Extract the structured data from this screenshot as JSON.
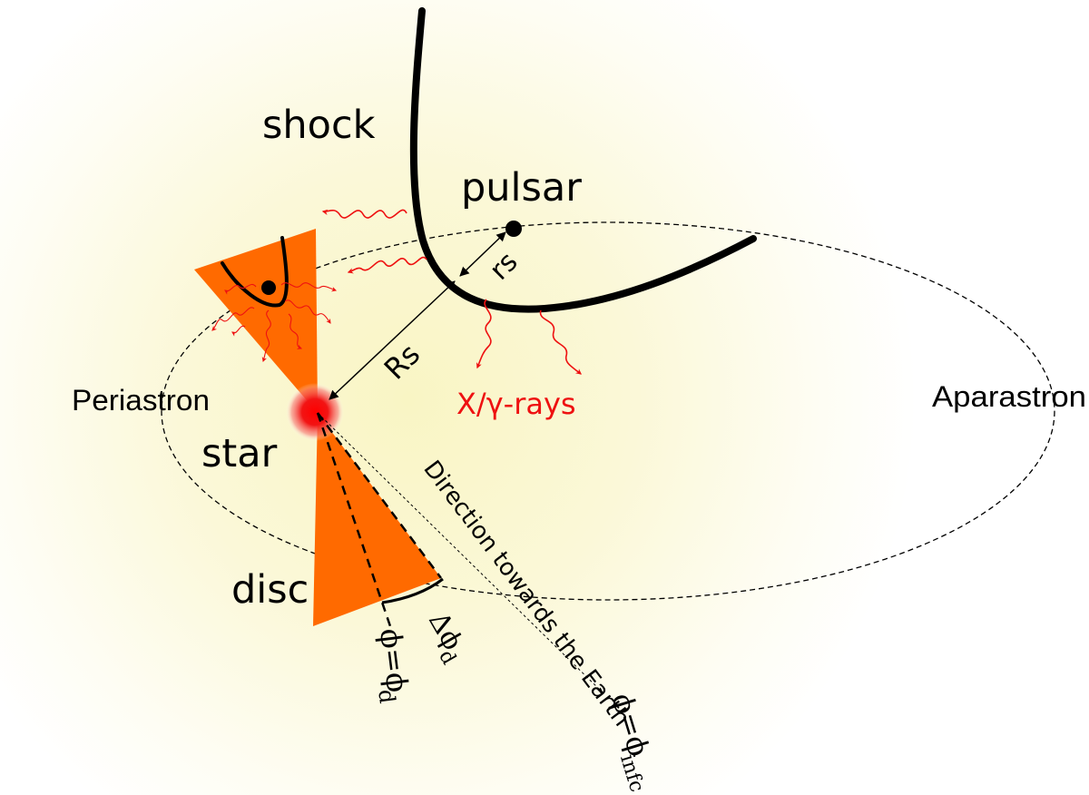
{
  "labels": {
    "shock": "shock",
    "pulsar": "pulsar",
    "rs": "rs",
    "Rs": "Rs",
    "periastron": "Periastron",
    "apastron": "Aparastron",
    "star": "star",
    "disc": "disc",
    "rays": "X/γ-rays",
    "direction": "Direction towards the Earth",
    "delta_phi": "Δϕ",
    "delta_phi_sub": "d",
    "phi_d": "ϕ=ϕ",
    "phi_d_sub": "d",
    "phi_infc": "ϕ=ϕ",
    "phi_infc_sub": "infc"
  },
  "colors": {
    "background_glow": "#fbf8d6",
    "disc": "#ff6a00",
    "star": "#ee1111",
    "rays": "#ee1111",
    "shock": "#000000",
    "orbit": "#000000"
  }
}
